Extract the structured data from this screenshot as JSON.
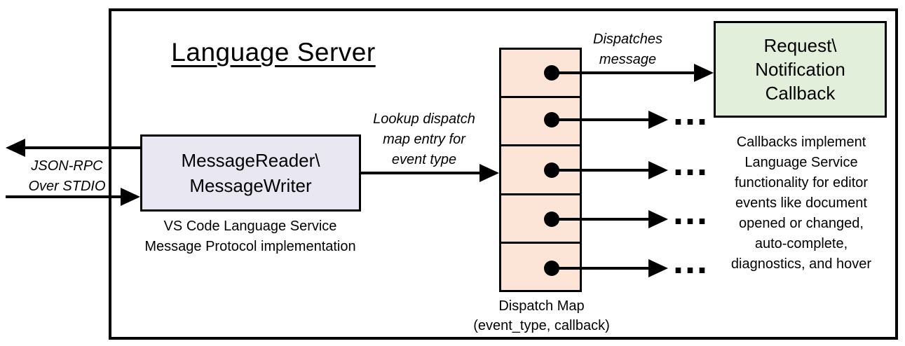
{
  "title": "Language Server",
  "io_channel": {
    "label": "JSON-RPC\nOver STDIO"
  },
  "message_box": {
    "label": "MessageReader\\\nMessageWriter",
    "caption": "VS Code Language Service\nMessage Protocol implementation",
    "fill": "#e9e8f2"
  },
  "lookup_arrow": {
    "label": "Lookup dispatch\nmap entry for\nevent type"
  },
  "dispatch_map": {
    "caption": "Dispatch Map\n(event_type, callback)",
    "cell_fill": "#fce4d6",
    "cell_count": 5
  },
  "dispatch_arrow": {
    "label": "Dispatches\nmessage"
  },
  "callback_box": {
    "label": "Request\\\nNotification\nCallback",
    "fill": "#e2efda"
  },
  "callbacks_note": "Callbacks implement\nLanguage Service\nfunctionality for editor\nevents like document\nopened or changed,\nauto-complete,\ndiagnostics, and hover",
  "ellipsis": "...",
  "colors": {
    "line": "#000000",
    "background": "#ffffff"
  }
}
